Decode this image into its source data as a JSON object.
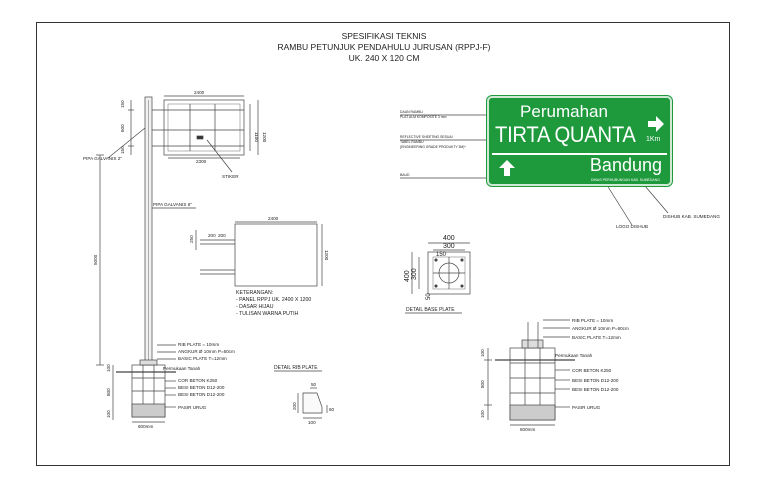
{
  "title": {
    "line1": "SPESIFIKASI TEKNIS",
    "line2": "RAMBU PETUNJUK PENDAHULU JURUSAN (RPPJ-F)",
    "line3": "UK. 240 X 120 CM"
  },
  "sign": {
    "line1": "Perumahan",
    "line2": "TIRTA QUANTA",
    "distance": "1Km",
    "line3": "Bandung",
    "footer": "DINAS PERHUBUNGAN KAB. SUMEDANG",
    "background": "#1e9a3d",
    "icons": [
      "arrow-right-icon",
      "arrow-up-icon"
    ]
  },
  "sign_callouts": {
    "daun": "DAUN RAMBU",
    "plat": "PLAT ALM KOMPOSITE 3 mm",
    "reflective1": "REFLECTIVE SHEETING SESUAI",
    "reflective2": "TABEL RAMBU",
    "reflective3": "(ENGINEERING GRADE PRODUKTY 3M)*",
    "baud": "BAUD",
    "dishub": "DISHUB KAB. SUMEDANG",
    "logo": "LOGO DISHUB"
  },
  "elevation": {
    "top_dim": "2400",
    "bottom_dim": "2300",
    "left_dim1": "150",
    "left_dim2": "600",
    "left_dim3": "150",
    "right_dim1": "1100",
    "right_dim2": "1200",
    "stiker": "STIKER",
    "pipa2": "PIPA GALVANIS 2\"",
    "pipa6": "PIPA GALVANIS 6\"",
    "height_dim": "5000",
    "rib": "RIB PLATE = 10mm",
    "angkur": "ANGKUR Ø 10mm P=60cm",
    "basic": "BASIC PLATE T=12mm",
    "tanah": "Permukaan Tanah",
    "cor": "COR BETON K250",
    "besi1": "BESI BETON D12-200",
    "besi2": "BESI BETON D12-200",
    "pasir": "PASIR URUG",
    "dim100a": "100",
    "dim800": "800",
    "dim100b": "100",
    "width": "600mm"
  },
  "panel": {
    "dim_top": "2400",
    "dim_l1": "200",
    "dim_l2": "200",
    "dim_left": "250",
    "dim_right": "1200",
    "ket_title": "KETERANGAN:",
    "ket1": "- PANEL RPPJ UK. 2400 X 1200",
    "ket2": "- DASAR HIJAU",
    "ket3": "- TULISAN WARNA PUTIH"
  },
  "base_plate": {
    "d400": "400",
    "d300": "300",
    "d150": "150",
    "v400": "400",
    "v300": "300",
    "v50": "50",
    "label": "DETAIL BASE PLATE"
  },
  "rib_plate": {
    "label": "DETAIL RIB PLATE",
    "d50": "50",
    "d200": "200",
    "d60": "60",
    "d100": "100"
  },
  "foundation": {
    "rib": "RIB PLATE = 10mm",
    "angkur": "ANGKUR Ø 10mm P=60cm",
    "basic": "BASIC PLATE T=12mm",
    "tanah": "Permukaan Tanah",
    "cor": "COR BETON K250",
    "besi1": "BESI BETON D12-200",
    "besi2": "BESI BETON D12-200",
    "pasir": "PASIR URUG",
    "d100a": "100",
    "d800": "800",
    "d100b": "100",
    "width": "600mm"
  }
}
